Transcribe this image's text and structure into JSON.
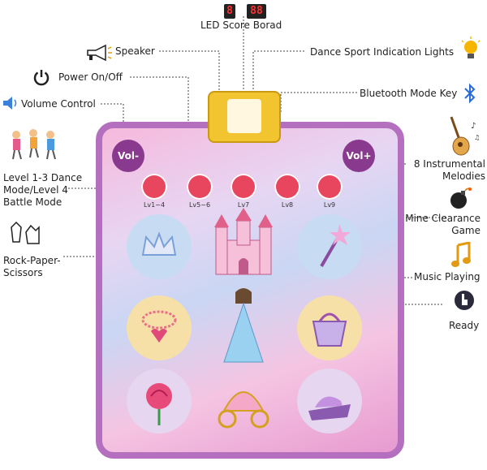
{
  "led": {
    "digit1": "8",
    "digit2": "88"
  },
  "labels": {
    "led_score_board": "LED Score Borad",
    "speaker": "Speaker",
    "dance_sport_lights": "Dance Sport Indication Lights",
    "power": "Power On/Off",
    "bluetooth": "Bluetooth Mode Key",
    "volume": "Volume Control",
    "level_mode": "Level 1-3 Dance Mode/Level 4 Battle Mode",
    "instrumental": "8 Instrumental Melodies",
    "mine_clearance": "Mine Clearance Game",
    "rps": "Rock-Paper-Scissors",
    "music_playing": "Music Playing",
    "ready": "Ready"
  },
  "mat": {
    "vol_minus": "Vol-",
    "vol_plus": "Vol+",
    "modes": [
      "Lv1~4",
      "Lv5~6",
      "Lv7",
      "Lv8",
      "Lv9"
    ]
  },
  "icons": [
    "megaphone-icon",
    "power-icon",
    "speaker-volume-icon",
    "kids-dancing-icon",
    "hand-gesture-icon",
    "lightbulb-icon",
    "bluetooth-icon",
    "guitar-icon",
    "bomb-icon",
    "music-note-icon",
    "pointer-hand-icon"
  ]
}
